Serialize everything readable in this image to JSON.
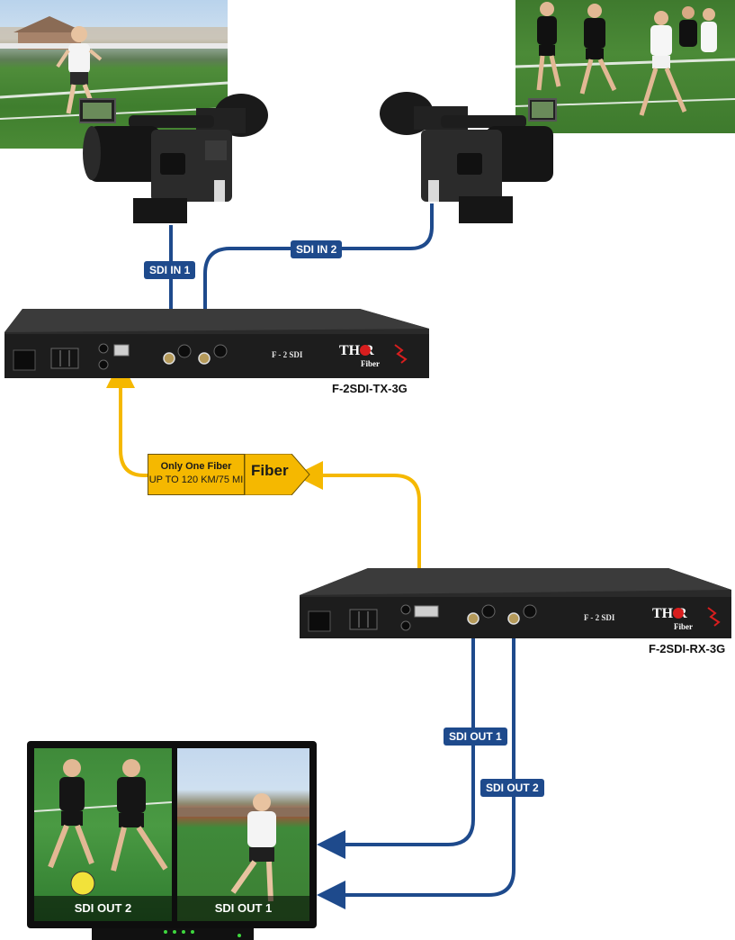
{
  "labels": {
    "sdi_in_1": "SDI IN 1",
    "sdi_in_2": "SDI IN 2",
    "sdi_out_1": "SDI OUT 1",
    "sdi_out_2": "SDI OUT 2",
    "fiber_line1": "Only One Fiber",
    "fiber_line2": "UP TO 120 KM/75 MI",
    "fiber_flag": "Fiber"
  },
  "transmitter": {
    "model": "F-2SDI-TX-3G",
    "panel_text": "F - 2 SDI",
    "brand_main": "TH  R",
    "brand_sub": "Fiber"
  },
  "receiver": {
    "model": "F-2SDI-RX-3G",
    "panel_text": "F - 2 SDI",
    "brand_main": "TH  R",
    "brand_sub": "Fiber"
  },
  "monitor": {
    "left_caption": "SDI OUT 2",
    "right_caption": "SDI OUT 1"
  },
  "colors": {
    "sdi_line": "#1e4a8c",
    "fiber_line": "#f5b800",
    "device_body": "#222222",
    "brand_red": "#d81e1e"
  }
}
